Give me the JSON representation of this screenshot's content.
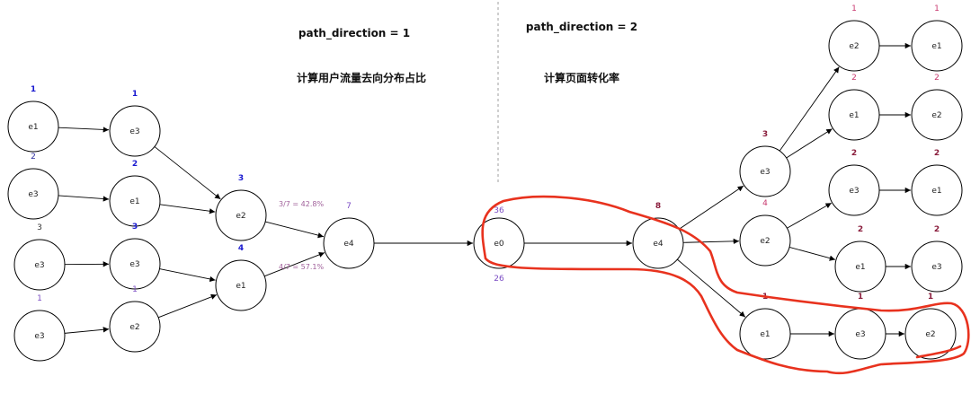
{
  "titles": {
    "left_heading": "path_direction = 1",
    "left_sub": "计算用户流量去向分布占比",
    "right_heading": "path_direction = 2",
    "right_sub": "计算页面转化率"
  },
  "colors": {
    "count_blue": "#1a1ad0",
    "count_navy": "#3030a0",
    "count_purple": "#7b4cc4",
    "count_gray": "#333333",
    "count_pink": "#c8386e",
    "count_maroon": "#8a1d3c",
    "ratio": "#a0609a",
    "highlight": "#e8321e"
  },
  "left": {
    "nodes": [
      {
        "id": "L1",
        "label": "e1",
        "count": "1",
        "color": "count_blue"
      },
      {
        "id": "L2",
        "label": "e3",
        "count": "2",
        "color": "count_navy"
      },
      {
        "id": "L3",
        "label": "e3",
        "count": "3",
        "color": "count_gray"
      },
      {
        "id": "L4",
        "label": "e3",
        "count": "1",
        "color": "count_purple"
      },
      {
        "id": "M1",
        "label": "e3",
        "count": "1",
        "color": "count_blue"
      },
      {
        "id": "M2",
        "label": "e1",
        "count": "2",
        "color": "count_blue"
      },
      {
        "id": "M3",
        "label": "e3",
        "count": "3",
        "color": "count_blue"
      },
      {
        "id": "M4",
        "label": "e2",
        "count": "1",
        "color": "count_purple"
      },
      {
        "id": "N1",
        "label": "e2",
        "count": "3",
        "color": "count_blue"
      },
      {
        "id": "N2",
        "label": "e1",
        "count": "4",
        "color": "count_blue"
      },
      {
        "id": "T",
        "label": "e4",
        "count": "7",
        "color": "count_purple"
      }
    ],
    "ratios": [
      "3/7 = 42.8%",
      "4/7 = 57.1%"
    ]
  },
  "right": {
    "nodes": [
      {
        "id": "E0",
        "label": "e0",
        "count": "36",
        "color": "count_purple",
        "count_below": "26"
      },
      {
        "id": "E4",
        "label": "e4",
        "count": "8",
        "color": "count_maroon"
      },
      {
        "id": "B1",
        "label": "e3",
        "count": "3",
        "color": "count_maroon"
      },
      {
        "id": "B2",
        "label": "e2",
        "count": "4",
        "color": "count_pink"
      },
      {
        "id": "B3",
        "label": "e1",
        "count": "1",
        "color": "count_maroon"
      },
      {
        "id": "C1",
        "label": "e2",
        "count": "1",
        "color": "count_pink"
      },
      {
        "id": "C2",
        "label": "e1",
        "count": "2",
        "color": "count_pink"
      },
      {
        "id": "C3",
        "label": "e3",
        "count": "2",
        "color": "count_maroon"
      },
      {
        "id": "C4",
        "label": "e1",
        "count": "2",
        "color": "count_maroon"
      },
      {
        "id": "C5",
        "label": "e3",
        "count": "1",
        "color": "count_maroon"
      },
      {
        "id": "D1",
        "label": "e1",
        "count": "1",
        "color": "count_pink"
      },
      {
        "id": "D2",
        "label": "e2",
        "count": "2",
        "color": "count_pink"
      },
      {
        "id": "D3",
        "label": "e1",
        "count": "2",
        "color": "count_maroon"
      },
      {
        "id": "D4",
        "label": "e3",
        "count": "2",
        "color": "count_maroon"
      },
      {
        "id": "D5",
        "label": "e2",
        "count": "1",
        "color": "count_maroon"
      }
    ]
  },
  "edges": [
    [
      "L1",
      "M1"
    ],
    [
      "L2",
      "M2"
    ],
    [
      "L3",
      "M3"
    ],
    [
      "L4",
      "M4"
    ],
    [
      "M1",
      "N1"
    ],
    [
      "M2",
      "N1"
    ],
    [
      "M3",
      "N2"
    ],
    [
      "M4",
      "N2"
    ],
    [
      "N1",
      "T"
    ],
    [
      "N2",
      "T"
    ],
    [
      "T",
      "E0"
    ],
    [
      "E0",
      "E4"
    ],
    [
      "E4",
      "B1"
    ],
    [
      "E4",
      "B2"
    ],
    [
      "E4",
      "B3"
    ],
    [
      "B1",
      "C1"
    ],
    [
      "B1",
      "C2"
    ],
    [
      "B2",
      "C3"
    ],
    [
      "B2",
      "C4"
    ],
    [
      "B3",
      "C5"
    ],
    [
      "C1",
      "D1"
    ],
    [
      "C2",
      "D2"
    ],
    [
      "C3",
      "D3"
    ],
    [
      "C4",
      "D4"
    ],
    [
      "C5",
      "D5"
    ]
  ]
}
